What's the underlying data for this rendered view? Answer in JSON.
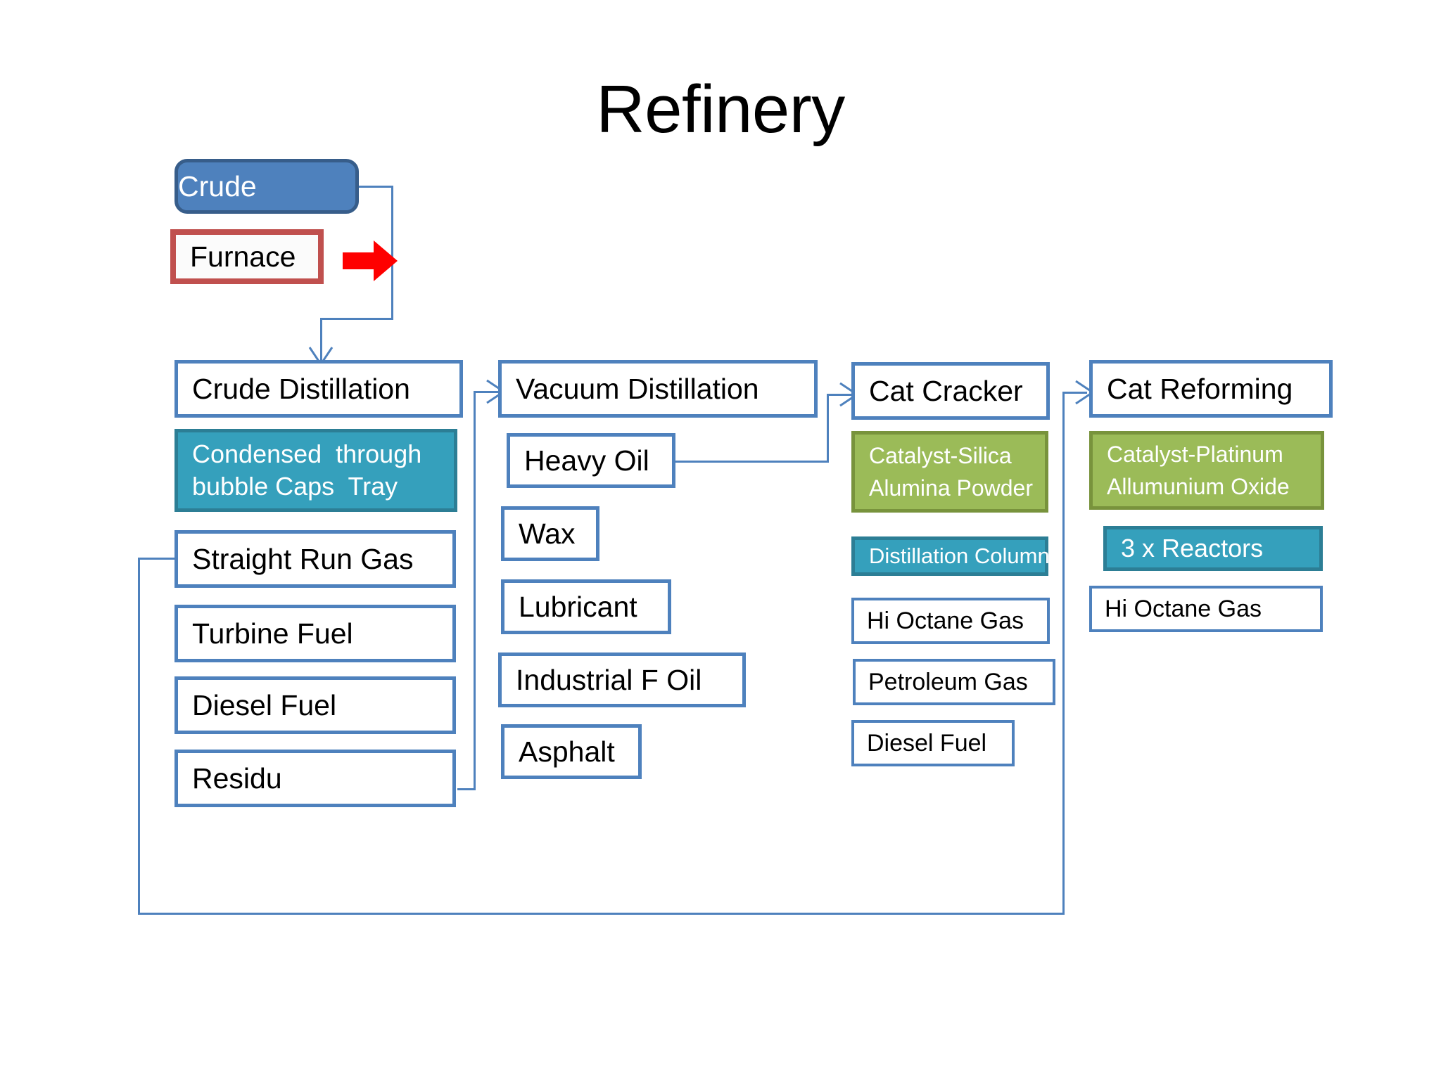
{
  "title": "Refinery",
  "diagram": {
    "type": "process-flow",
    "feed": {
      "crude_label": "Crude",
      "furnace_label": "Furnace",
      "furnace_arrow_icon": "red-block-arrow-right"
    },
    "columns": [
      {
        "id": "crude-distillation",
        "header": "Crude Distillation",
        "note": "Condensed  through\nbubble Caps  Tray",
        "note_style": "teal",
        "products": [
          "Straight Run Gas",
          "Turbine Fuel",
          "Diesel Fuel",
          "Residu"
        ]
      },
      {
        "id": "vacuum-distillation",
        "header": "Vacuum Distillation",
        "products": [
          "Heavy Oil",
          "Wax",
          "Lubricant",
          "Industrial F Oil",
          "Asphalt"
        ]
      },
      {
        "id": "cat-cracker",
        "header": "Cat Cracker",
        "catalyst": "Catalyst-Silica\nAlumina Powder",
        "unit": "Distillation Column",
        "products": [
          "Hi Octane Gas",
          "Petroleum Gas",
          "Diesel Fuel"
        ]
      },
      {
        "id": "cat-reforming",
        "header": "Cat Reforming",
        "catalyst": "Catalyst-Platinum\nAllumunium Oxide",
        "unit": "3 x Reactors",
        "products": [
          "Hi Octane Gas"
        ]
      }
    ],
    "connections": [
      {
        "from": "Crude",
        "to": "Crude Distillation"
      },
      {
        "from": "Residu",
        "to": "Vacuum Distillation"
      },
      {
        "from": "Heavy Oil",
        "to": "Cat Cracker"
      },
      {
        "from": "Straight Run Gas",
        "to": "Cat Reforming"
      }
    ],
    "colors": {
      "connector": "#4E81BD",
      "box_border_blue": "#4E81BD",
      "crude_fill": "#4E81BD",
      "crude_border": "#375D8A",
      "furnace_border": "#C0504E",
      "teal_fill": "#35A0BC",
      "teal_border": "#2C7E95",
      "green_fill": "#9BBB58",
      "green_border": "#78933C",
      "red_arrow": "#FE0000",
      "text_dark": "#000000",
      "text_light": "#FFFFFF",
      "background": "#FFFFFF"
    }
  }
}
